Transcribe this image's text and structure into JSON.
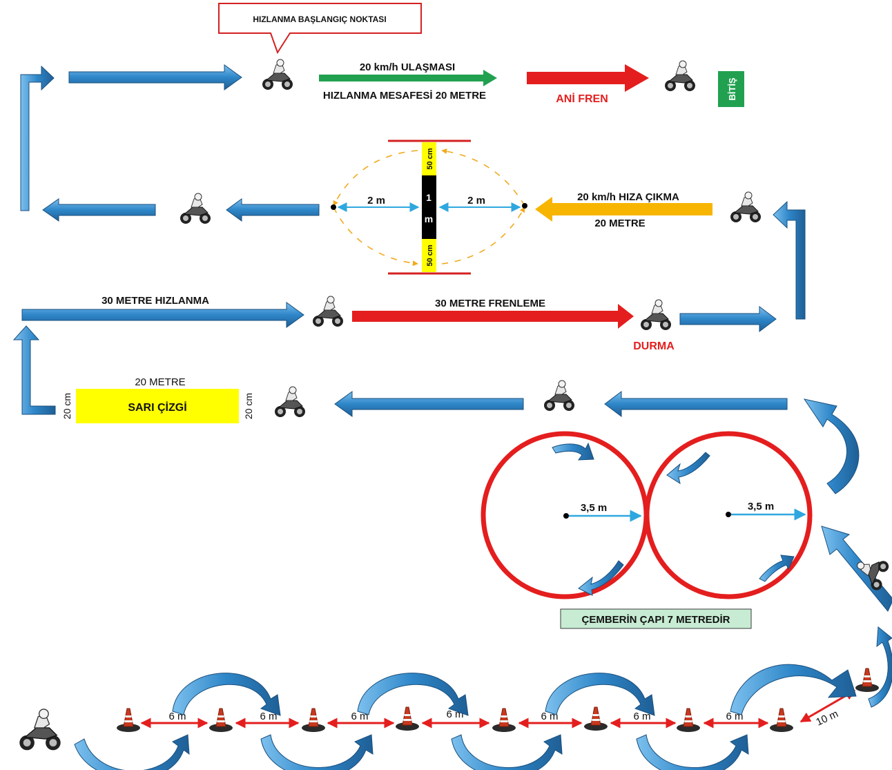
{
  "labels": {
    "start_point": "HIZLANMA BAŞLANGIÇ NOKTASI",
    "reach_speed": "20 km/h ULAŞMASI",
    "accel_distance": "HIZLANMA MESAFESİ 20 METRE",
    "sudden_brake": "ANİ FREN",
    "finish": "BİTİŞ",
    "two_m_left": "2 m",
    "two_m_right": "2 m",
    "one_m_top": "1",
    "one_m_bottom": "m",
    "fifty_cm_top": "50 cm",
    "fifty_cm_bottom": "50 cm",
    "speed_20": "20 km/h HIZA ÇIKMA",
    "twenty_metre": "20 METRE",
    "accel_30": "30 METRE HIZLANMA",
    "brake_30": "30 METRE FRENLEME",
    "stop": "DURMA",
    "twenty_metre_line": "20 METRE",
    "yellow_line": "SARI ÇİZGİ",
    "twenty_cm_left": "20 cm",
    "twenty_cm_right": "20 cm",
    "radius_left": "3,5 m",
    "radius_right": "3,5 m",
    "circle_diameter": "ÇEMBERİN ÇAPI 7 METREDİR",
    "six_m": "6 m",
    "ten_m": "10 m"
  },
  "colors": {
    "blue_arrow": "#2e86c8",
    "blue_arrow_light": "#5aa9e0",
    "red": "#e41e1e",
    "green": "#21a150",
    "orange": "#f7b500",
    "yellow": "#ffff00",
    "cone_orange": "#c8391f",
    "dashed_arrow": "#f2a91c",
    "cyan_arrow": "#2ea7df"
  },
  "icons": [
    "motorcycle-icon",
    "traffic-cone-icon"
  ]
}
